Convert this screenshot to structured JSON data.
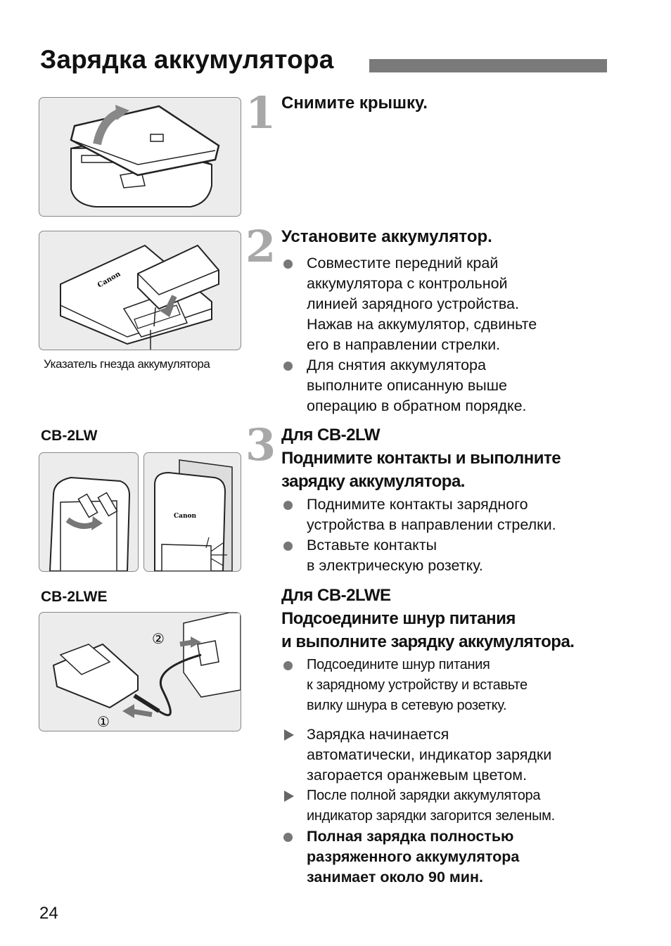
{
  "page_title": "Зарядка аккумулятора",
  "page_number": "24",
  "step1": {
    "number": "1",
    "heading": "Снимите крышку."
  },
  "step2": {
    "number": "2",
    "heading": "Установите аккумулятор.",
    "bullets": [
      [
        "Совместите передний край",
        "аккумулятора с контрольной",
        "линией зарядного устройства.",
        "Нажав на аккумулятор, сдвиньте",
        "его в направлении стрелки."
      ],
      [
        "Для снятия аккумулятора",
        "выполните описанную выше",
        "операцию в обратном порядке."
      ]
    ],
    "caption": "Указатель гнезда аккумулятора"
  },
  "step3": {
    "number": "3",
    "cb2lw": {
      "label": "CB-2LW",
      "heading": [
        "Для CB-2LW",
        "Поднимите контакты и выполните",
        "зарядку аккумулятора."
      ],
      "bullets": [
        [
          "Поднимите контакты зарядного",
          "устройства в направлении стрелки."
        ],
        [
          "Вставьте контакты",
          "в электрическую розетку."
        ]
      ]
    },
    "cb2lwe": {
      "label": "CB-2LWE",
      "heading": [
        "Для CB-2LWE",
        "Подсоедините шнур питания",
        "и выполните зарядку аккумулятора."
      ],
      "bullets": [
        [
          "Подсоедините шнур питания",
          "к зарядному устройству и вставьте",
          "вилку шнура в сетевую розетку."
        ]
      ],
      "markers": [
        "①",
        "②"
      ]
    },
    "results": [
      [
        "Зарядка начинается",
        "автоматически, индикатор зарядки",
        "загорается оранжевым цветом."
      ],
      [
        "После полной зарядки аккумулятора",
        "индикатор зарядки загорится зеленым."
      ]
    ],
    "note": [
      "Полная зарядка полностью",
      "разряженного аккумулятора",
      "занимает около 90 мин."
    ]
  },
  "brand_on_device": "Canon",
  "colors": {
    "title_bar": "#7a7a7a",
    "panel_bg": "#ececec",
    "step_number": "#a8a8a8",
    "bullet": "#777777"
  }
}
